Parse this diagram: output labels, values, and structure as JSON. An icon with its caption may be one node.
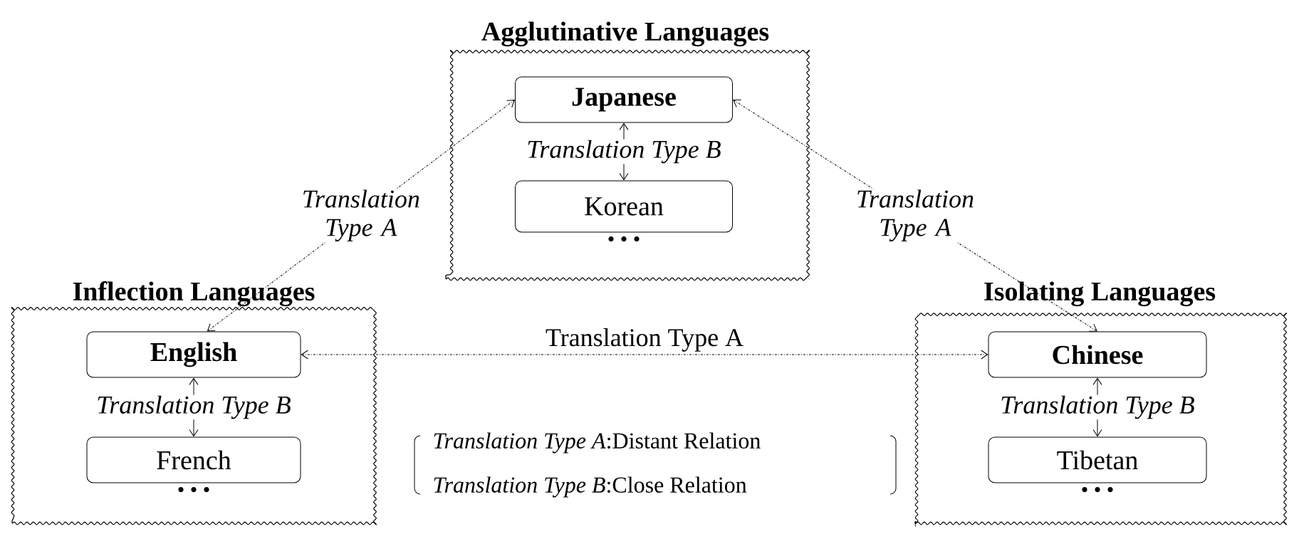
{
  "diagram": {
    "nodes": [
      {
        "text": [
          "Agglutinative Languages"
        ]
      },
      {
        "text": [
          "Japanese"
        ],
        "in": 0
      },
      {
        "text": [
          "Korean"
        ],
        "in": 0,
        "beside": [
          "• • •"
        ]
      },
      {
        "text": [
          "Inflection Languages"
        ]
      },
      {
        "text": [
          "English"
        ],
        "in": 3
      },
      {
        "text": [
          "French"
        ],
        "in": 3,
        "beside": [
          "• • •"
        ]
      },
      {
        "text": [
          "Isolating Languages"
        ]
      },
      {
        "text": [
          "Chinese"
        ],
        "in": 6
      },
      {
        "text": [
          "Tibetan"
        ],
        "in": 6,
        "beside": [
          "• • •"
        ]
      }
    ],
    "edges": [
      {
        "from": 1,
        "to": 2,
        "arrow": "both",
        "label": "Translation Type B"
      },
      {
        "from": 4,
        "to": 5,
        "arrow": "both",
        "label": "Translation Type B"
      },
      {
        "from": 7,
        "to": 8,
        "arrow": "both",
        "label": "Translation Type B"
      },
      {
        "from": 4,
        "to": 1,
        "arrow": "both",
        "label": "Translation Type A",
        "style": "dashed"
      },
      {
        "from": 1,
        "to": 7,
        "arrow": "both",
        "label": "Translation Type A",
        "style": "dashed"
      },
      {
        "from": 4,
        "to": 7,
        "arrow": "both",
        "label": "Translation Type A",
        "style": "dashed"
      }
    ],
    "labels": [
      "*Translation Type A*:Distant Relation",
      "*Translation Type B*:Close Relation"
    ]
  }
}
